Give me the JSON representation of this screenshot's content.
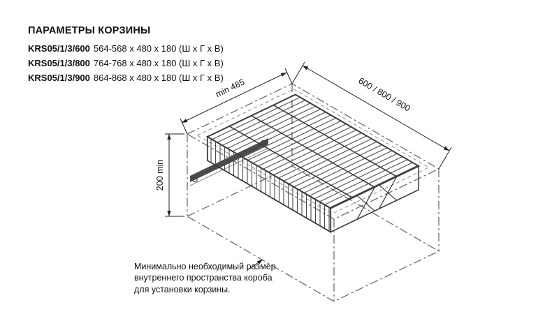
{
  "header": {
    "title": "ПАРАМЕТРЫ КОРЗИНЫ",
    "products": [
      {
        "model": "KRS05/1/3/600",
        "dims": "564-568 x 480 x 180 (Ш х Г х В)"
      },
      {
        "model": "KRS05/1/3/800",
        "dims": "764-768 x 480 x 180 (Ш х Г х В)"
      },
      {
        "model": "KRS05/1/3/900",
        "dims": "864-868 x 480 x 180 (Ш х Г х В)"
      }
    ]
  },
  "diagram": {
    "dim_depth": "min 485",
    "dim_height": "200 min",
    "dim_width": "600 / 800 / 900",
    "note": "Минимально необходимый размер внутреннего пространства короба для установки корзины.",
    "colors": {
      "line": "#6b6b6b",
      "basket_line": "#3c3c3c",
      "text": "#111111"
    }
  }
}
